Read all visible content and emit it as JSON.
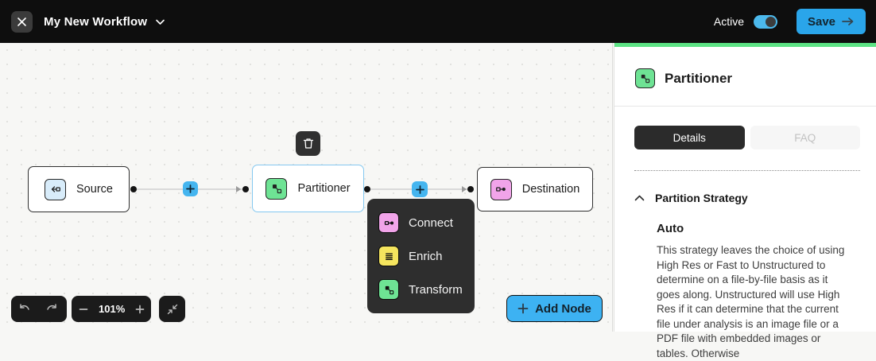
{
  "topbar": {
    "title": "My New Workflow",
    "active_label": "Active",
    "active_state": "on",
    "save_label": "Save"
  },
  "canvas": {
    "nodes": [
      {
        "label": "Source",
        "icon": "source-plug-icon",
        "icon_color": "#d8ecfa",
        "selected": false
      },
      {
        "label": "Partitioner",
        "icon": "partitioner-split-icon",
        "icon_color": "#6ee394",
        "selected": true
      },
      {
        "label": "Destination",
        "icon": "destination-plug-icon",
        "icon_color": "#f1a4e9",
        "selected": false
      }
    ],
    "add_menu": {
      "items": [
        {
          "label": "Connect",
          "icon": "connect-icon",
          "icon_color": "#f1a4e9"
        },
        {
          "label": "Enrich",
          "icon": "enrich-lines-icon",
          "icon_color": "#f5e55e"
        },
        {
          "label": "Transform",
          "icon": "transform-split-icon",
          "icon_color": "#6ee394"
        }
      ]
    },
    "controls": {
      "zoom_level": "101%"
    },
    "add_node_label": "Add Node"
  },
  "panel": {
    "title": "Partitioner",
    "tabs": [
      {
        "label": "Details",
        "active": true
      },
      {
        "label": "FAQ",
        "active": false
      }
    ],
    "section": {
      "title": "Partition Strategy",
      "strategy_name": "Auto",
      "strategy_description": "This strategy leaves the choice of using High Res or Fast to Unstructured to determine on a file-by-file basis as it goes along. Unstructured will use High Res if it can determine that the current file under analysis is an image file or a PDF file with embedded images or tables. Otherwise"
    }
  },
  "colors": {
    "accent_blue": "#2aa5ea",
    "node_green": "#6ee394",
    "node_pink": "#f1a4e9",
    "node_yellow": "#f5e55e",
    "panel_accent_green": "#5ce384",
    "edge_plus_blue": "#45b5ef"
  }
}
